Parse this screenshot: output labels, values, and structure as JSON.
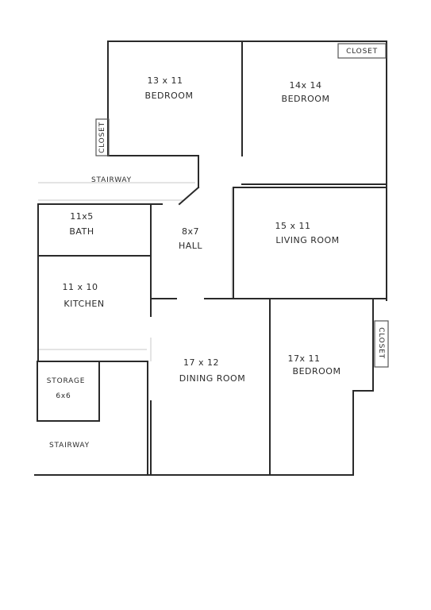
{
  "rooms": {
    "bedroom_nw": {
      "dims": "13 x 11",
      "name": "BEDROOM"
    },
    "bedroom_ne": {
      "dims": "14x 14",
      "name": "BEDROOM"
    },
    "bath": {
      "dims": "11x5",
      "name": "BATH"
    },
    "hall": {
      "dims": "8x7",
      "name": "HALL"
    },
    "living": {
      "dims": "15 x 11",
      "name": "LIVING ROOM"
    },
    "kitchen": {
      "dims": "11 x 10",
      "name": "KITCHEN"
    },
    "dining": {
      "dims": "17 x 12",
      "name": "DINING ROOM"
    },
    "bedroom_se": {
      "dims": "17x 11",
      "name": "BEDROOM"
    },
    "storage": {
      "name": "STORAGE",
      "dims": "6x6"
    }
  },
  "closets": {
    "top_right": "CLOSET",
    "left": "CLOSET",
    "right": "CLOSET"
  },
  "stairways": {
    "upper": "STAIRWAY",
    "lower": "STAIRWAY"
  }
}
